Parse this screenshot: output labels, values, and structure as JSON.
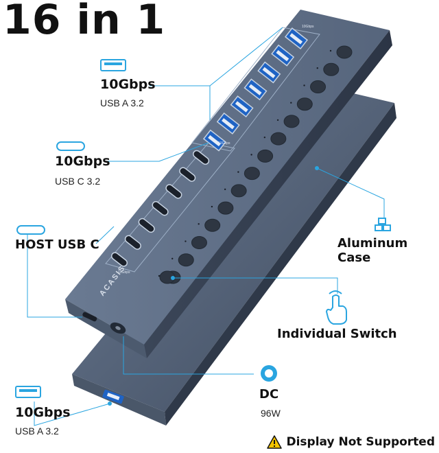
{
  "title": "16 in 1",
  "callouts": {
    "usb_a_top": {
      "speed": "10Gbps",
      "type": "USB A 3.2",
      "icon": "usb-a-port-icon"
    },
    "usb_c": {
      "speed": "10Gbps",
      "type": "USB C 3.2",
      "icon": "usb-c-port-icon"
    },
    "host": {
      "label": "HOST USB C",
      "icon": "usb-c-port-icon"
    },
    "aluminum": {
      "label": "Aluminum Case",
      "icon": "stacked-bars-icon"
    },
    "switch": {
      "label": "Individual Switch",
      "icon": "tap-hand-icon"
    },
    "dc": {
      "label": "DC",
      "power": "96W",
      "icon": "dc-jack-icon"
    },
    "usb_a_bottom": {
      "speed": "10Gbps",
      "type": "USB A 3.2",
      "icon": "usb-a-port-icon"
    }
  },
  "warning": {
    "text": "Display Not Supported",
    "icon": "warning-icon"
  },
  "brand": "ACASIS",
  "port_label": "10Gbps",
  "colors": {
    "accent": "#2aa5e0",
    "hub_body": "#5b6b82",
    "hub_dark": "#3a4658",
    "port_blue": "#1f63c4"
  }
}
